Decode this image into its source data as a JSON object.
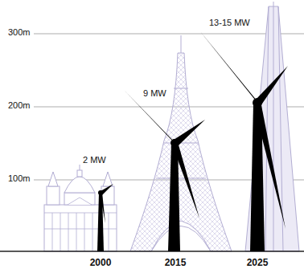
{
  "diagram": {
    "labels": [
      "300m",
      "200m",
      "100m",
      "2 MW",
      "9 MW",
      "13-15 MW",
      "2000",
      "2015",
      "2025"
    ]
  }
}
